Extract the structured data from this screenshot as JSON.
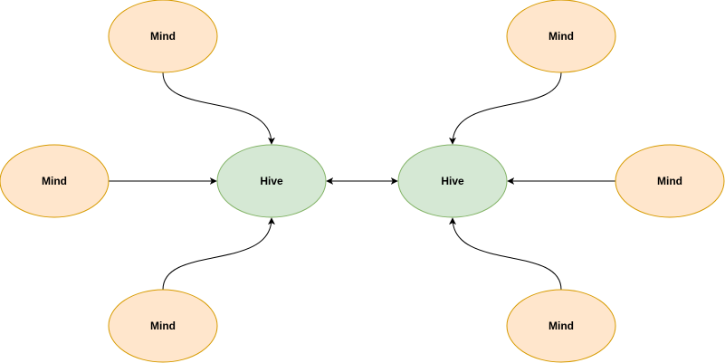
{
  "diagram": {
    "nodes": {
      "hive_left": {
        "label": "Hive"
      },
      "hive_right": {
        "label": "Hive"
      },
      "mind_top_left": {
        "label": "Mind"
      },
      "mind_mid_left": {
        "label": "Mind"
      },
      "mind_bottom_left": {
        "label": "Mind"
      },
      "mind_top_right": {
        "label": "Mind"
      },
      "mind_mid_right": {
        "label": "Mind"
      },
      "mind_bottom_right": {
        "label": "Mind"
      }
    },
    "edges": [
      {
        "from": "mind_top_left",
        "to": "hive_left",
        "direction": "forward"
      },
      {
        "from": "mind_mid_left",
        "to": "hive_left",
        "direction": "forward"
      },
      {
        "from": "mind_bottom_left",
        "to": "hive_left",
        "direction": "forward"
      },
      {
        "from": "mind_top_right",
        "to": "hive_right",
        "direction": "forward"
      },
      {
        "from": "mind_mid_right",
        "to": "hive_right",
        "direction": "forward"
      },
      {
        "from": "mind_bottom_right",
        "to": "hive_right",
        "direction": "forward"
      },
      {
        "from": "hive_left",
        "to": "hive_right",
        "direction": "both"
      }
    ],
    "colors": {
      "hive_fill": "#d5e8d4",
      "hive_stroke": "#82b366",
      "mind_fill": "#ffe6cc",
      "mind_stroke": "#d79b00",
      "edge": "#000000"
    }
  }
}
